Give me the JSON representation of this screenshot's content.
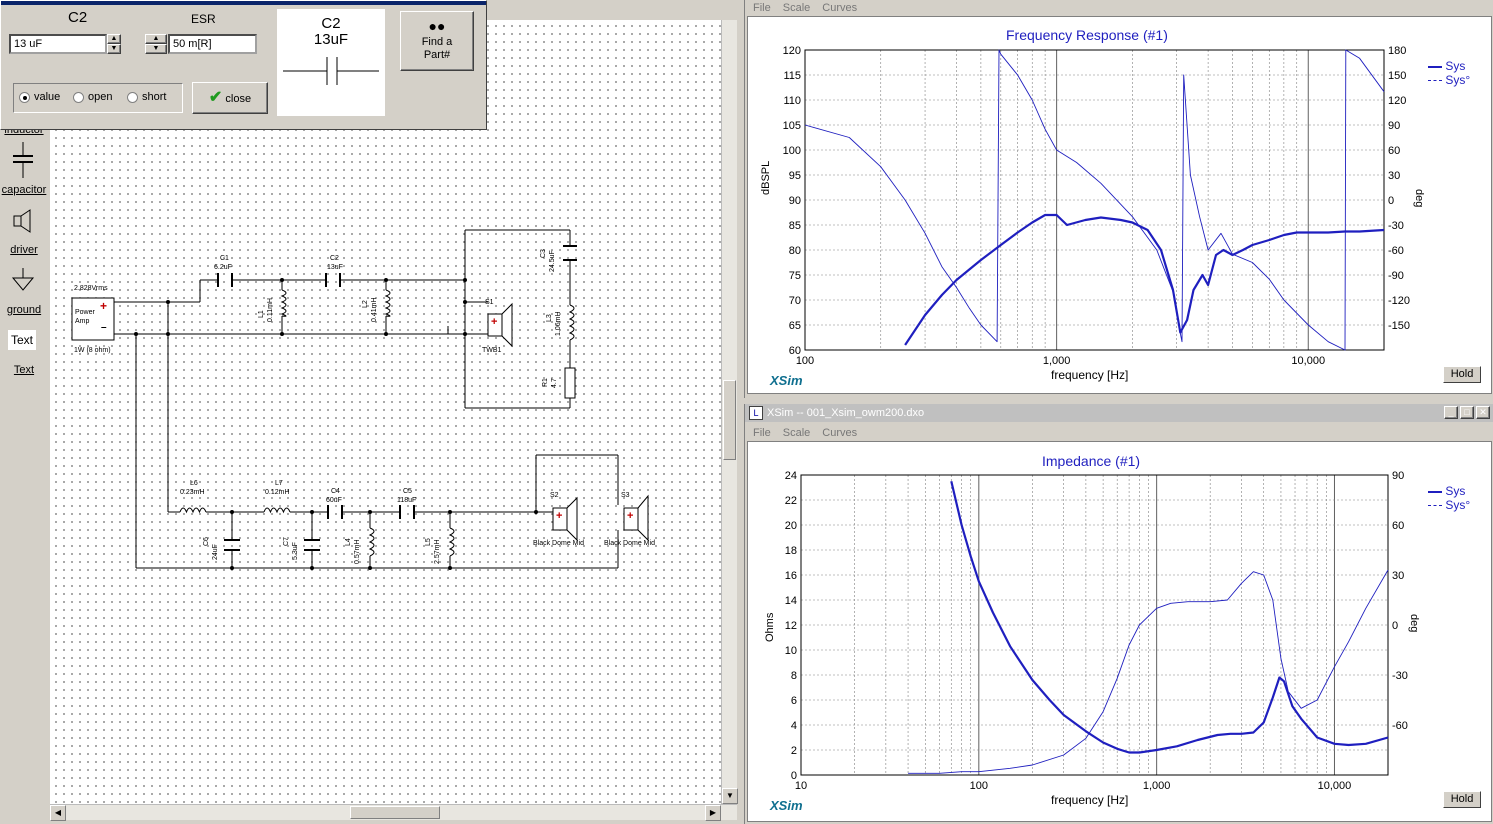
{
  "dialog": {
    "part_name": "C2",
    "esr_label": "ESR",
    "value": "13 uF",
    "esr_value": "50 m[R]",
    "symbol_name": "C2",
    "symbol_value": "13uF",
    "find_button": "Find a Part#",
    "radio_value": "value",
    "radio_open": "open",
    "radio_short": "short",
    "close_button": "close"
  },
  "palette": {
    "inductor": "inductor",
    "capacitor": "capacitor",
    "driver": "driver",
    "ground": "ground",
    "text_box": "Text",
    "text": "Text"
  },
  "schematic": {
    "source_voltage": "2.828Vrms",
    "amp_label": "Power Amp",
    "amp_spec": "1W (8 ohm)",
    "plus": "+",
    "minus": "–",
    "parts": {
      "C1": "C1",
      "C1_val": "6.2uF",
      "C2": "C2",
      "C2_val": "13uF",
      "L1": "L1",
      "L1_val": "0.11mH",
      "L2": "L2",
      "L2_val": "0.41mH",
      "C3": "C3",
      "C3_val": "24.5uF",
      "L3": "L3",
      "L3_val": "1.06mH",
      "R1": "R1",
      "R1_val": "4.7",
      "S1": "S1",
      "S1_name": "TWB1",
      "L6": "L6",
      "L6_val": "0.23mH",
      "L7": "L7",
      "L7_val": "0.12mH",
      "C4": "C4",
      "C4_val": "60uF",
      "C5": "C5",
      "C5_val": "118uF",
      "C6": "C6",
      "C6_val": "24uF",
      "C7": "C7",
      "C7_val": "5.3uF",
      "L4": "L4",
      "L4_val": "0.57mH",
      "L5": "L5",
      "L5_val": "2.57mH",
      "S2": "S2",
      "S2_name": "Black Dome Mid",
      "S3": "S3",
      "S3_name": "Black Dome Mid"
    }
  },
  "fr_window": {
    "menu": [
      "File",
      "Scale",
      "Curves"
    ],
    "title": "Frequency Response (#1)",
    "xlabel": "frequency [Hz]",
    "ylabel": "dBSPL",
    "y2label": "deg",
    "brand": "XSim",
    "hold": "Hold",
    "legend": [
      "Sys",
      "Sys°"
    ]
  },
  "imp_window": {
    "window_title": "XSim -- 001_Xsim_owm200.dxo",
    "menu": [
      "File",
      "Scale",
      "Curves"
    ],
    "title": "Impedance (#1)",
    "xlabel": "frequency [Hz]",
    "ylabel": "Ohms",
    "y2label": "deg",
    "brand": "XSim",
    "hold": "Hold",
    "legend": [
      "Sys",
      "Sys°"
    ]
  },
  "chart_data": [
    {
      "type": "line",
      "title": "Frequency Response (#1)",
      "xlabel": "frequency [Hz]",
      "ylabel": "dBSPL",
      "y2label": "deg",
      "xscale": "log",
      "xlim": [
        100,
        20000
      ],
      "ylim": [
        60,
        120
      ],
      "y2lim": [
        -180,
        180
      ],
      "xticks": [
        "100",
        "1,000",
        "10,000"
      ],
      "yticks": [
        "60",
        "65",
        "70",
        "75",
        "80",
        "85",
        "90",
        "95",
        "100",
        "105",
        "110",
        "115",
        "120"
      ],
      "y2ticks": [
        "-150",
        "-120",
        "-90",
        "-60",
        "-30",
        "0",
        "30",
        "60",
        "90",
        "120",
        "150",
        "180"
      ],
      "grid": true,
      "legend_position": "top-right",
      "color": "#1f1fbf",
      "series": [
        {
          "name": "Sys",
          "axis": "left",
          "x": [
            250,
            300,
            350,
            400,
            500,
            600,
            700,
            800,
            900,
            1000,
            1100,
            1300,
            1500,
            1800,
            2000,
            2300,
            2600,
            2900,
            3100,
            3300,
            3500,
            3800,
            4000,
            4300,
            4600,
            5000,
            5500,
            6000,
            7000,
            8000,
            9000,
            10000,
            12000,
            14000,
            16000,
            20000
          ],
          "values": [
            61,
            67,
            71,
            74,
            78,
            81,
            83.5,
            85.5,
            87,
            87,
            85,
            86,
            86.5,
            86,
            85.5,
            84,
            80,
            72,
            63.5,
            66,
            72,
            75,
            73,
            79,
            80,
            79,
            80,
            81,
            82,
            83,
            83.5,
            83.5,
            83.5,
            83.7,
            83.7,
            84
          ]
        },
        {
          "name": "Sys°",
          "axis": "right",
          "x": [
            100,
            150,
            200,
            250,
            300,
            350,
            400,
            450,
            500,
            580,
            590,
            600,
            700,
            800,
            900,
            1000,
            1200,
            1500,
            2000,
            2500,
            2900,
            3100,
            3150,
            3200,
            3400,
            3700,
            4000,
            4500,
            5000,
            6000,
            7000,
            8000,
            10000,
            12000,
            14000,
            14100,
            16000,
            20000
          ],
          "values": [
            90,
            75,
            40,
            0,
            -40,
            -80,
            -105,
            -130,
            -150,
            -170,
            180,
            175,
            150,
            120,
            85,
            60,
            45,
            20,
            -20,
            -60,
            -110,
            -160,
            -170,
            150,
            30,
            -20,
            -60,
            -40,
            -65,
            -75,
            -95,
            -120,
            -150,
            -170,
            -180,
            180,
            170,
            130
          ]
        }
      ]
    },
    {
      "type": "line",
      "title": "Impedance (#1)",
      "xlabel": "frequency [Hz]",
      "ylabel": "Ohms",
      "y2label": "deg",
      "xscale": "log",
      "xlim": [
        10,
        20000
      ],
      "ylim": [
        0,
        24
      ],
      "y2lim": [
        -90,
        90
      ],
      "xticks": [
        "10",
        "100",
        "1,000",
        "10,000"
      ],
      "yticks": [
        "0",
        "2",
        "4",
        "6",
        "8",
        "10",
        "12",
        "14",
        "16",
        "18",
        "20",
        "22",
        "24"
      ],
      "y2ticks": [
        "-60",
        "-30",
        "0",
        "30",
        "60",
        "90"
      ],
      "grid": true,
      "legend_position": "top-right",
      "color": "#1f1fbf",
      "series": [
        {
          "name": "Sys",
          "axis": "left",
          "x": [
            70,
            80,
            90,
            100,
            120,
            150,
            200,
            250,
            300,
            400,
            500,
            600,
            700,
            800,
            1000,
            1300,
            1700,
            2200,
            2600,
            3000,
            3500,
            4000,
            4500,
            4900,
            5200,
            5800,
            6500,
            8000,
            10000,
            12000,
            15000,
            20000
          ],
          "values": [
            23.5,
            20,
            17.5,
            15.5,
            13,
            10.3,
            7.6,
            6,
            4.8,
            3.5,
            2.6,
            2.1,
            1.8,
            1.8,
            2.0,
            2.3,
            2.8,
            3.2,
            3.3,
            3.3,
            3.4,
            4.2,
            6.2,
            7.8,
            7.5,
            5.5,
            4.5,
            3.0,
            2.5,
            2.4,
            2.5,
            3.0
          ]
        },
        {
          "name": "Sys°",
          "axis": "right",
          "x": [
            40,
            60,
            80,
            100,
            150,
            200,
            300,
            400,
            500,
            600,
            700,
            800,
            1000,
            1200,
            1500,
            2000,
            2500,
            3000,
            3500,
            4000,
            4500,
            5000,
            5500,
            6500,
            8000,
            10000,
            12000,
            15000,
            20000
          ],
          "values": [
            -89,
            -89,
            -88,
            -88,
            -86,
            -84,
            -78,
            -68,
            -52,
            -32,
            -12,
            0,
            10,
            13,
            14,
            14,
            15,
            25,
            32,
            30,
            15,
            -20,
            -40,
            -50,
            -45,
            -25,
            -10,
            10,
            33
          ]
        }
      ]
    }
  ]
}
